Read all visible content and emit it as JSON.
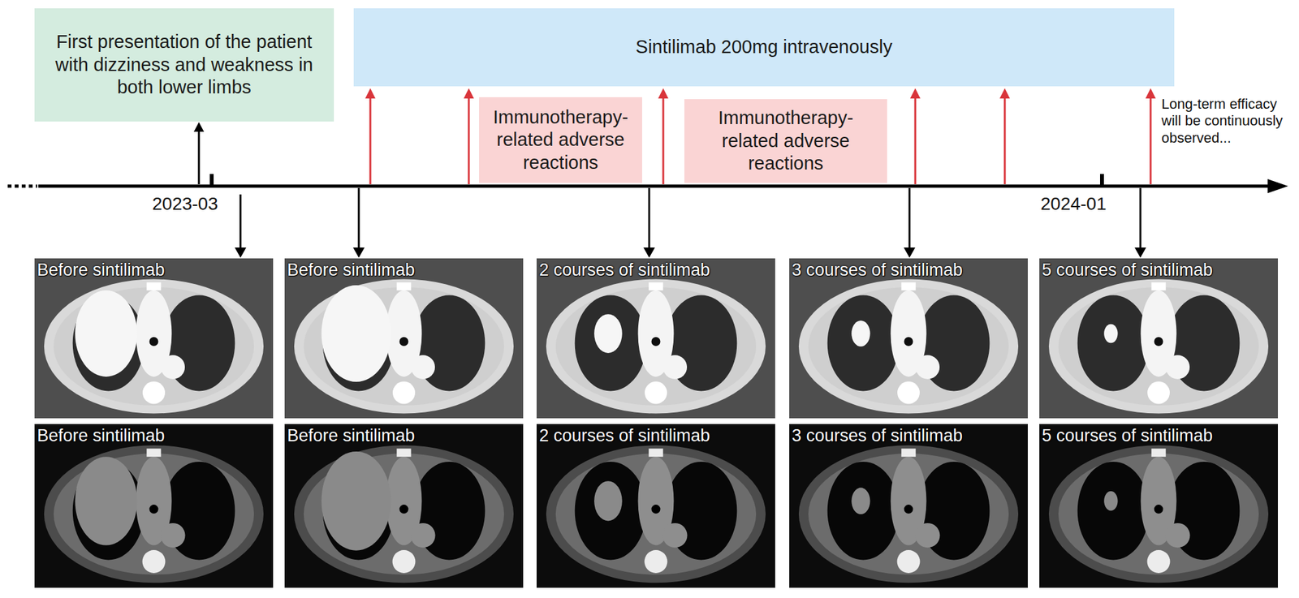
{
  "diagram": {
    "nodes": [
      {
        "text": [
          "First presentation of the patient with dizziness and weakness in both lower limbs"
        ]
      },
      {
        "text": [
          "Sintilimab 200mg intravenously"
        ]
      },
      {
        "text": [
          "Immunotherapy-related adverse reactions"
        ]
      },
      {
        "text": [
          "Immunotherapy-related adverse reactions"
        ]
      }
    ],
    "labels": [
      "Long-term efficacy will be continuously observed...",
      "2023-03",
      "2024-01",
      "Before sintilimab",
      "Before sintilimab",
      "2 courses of sintilimab",
      "3 courses of sintilimab",
      "5 courses of sintilimab",
      "Before sintilimab",
      "Before sintilimab",
      "2 courses of sintilimab",
      "3 courses of sintilimab",
      "5 courses of sintilimab"
    ]
  }
}
